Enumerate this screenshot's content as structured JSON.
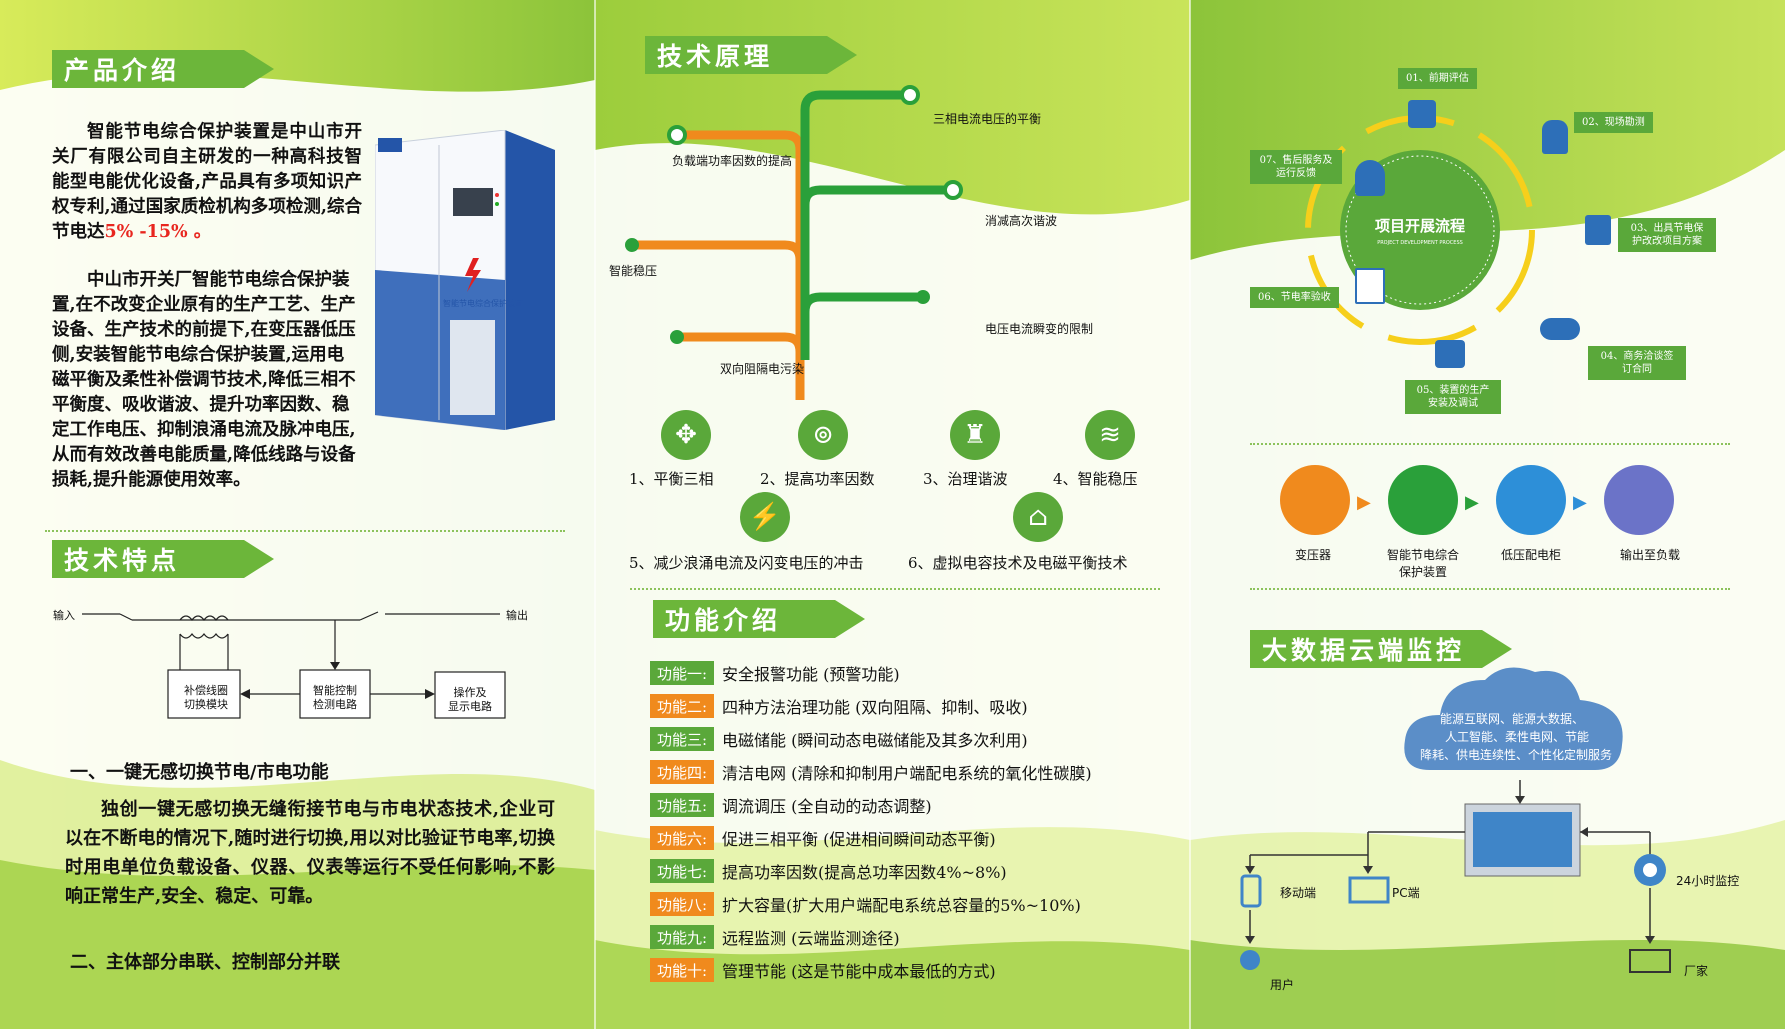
{
  "panel1": {
    "product_title": "产品介绍",
    "product_para1_a": "智能节电综合保护装置是中山市开关厂有限公司自主研发的一种高科技智能型电能优化设备,产品具有多项知识产权专利,通过国家质检机构多项检测,综合节电达",
    "product_highlight": "5% -15% 。",
    "product_para2": "中山市开关厂智能节电综合保护装置,在不改变企业原有的生产工艺、生产设备、生产技术的前提下,在变压器低压侧,安装智能节电综合保护装置,运用电磁平衡及柔性补偿调节技术,降低三相不平衡度、吸收谐波、提升功率因数、稳定工作电压、抑制浪涌电流及脉冲电压,从而有效改善电能质量,降低线路与设备损耗,提升能源使用效率。",
    "cabinet_label": "智能节电综合保护装置",
    "tech_title": "技术特点",
    "diagram": {
      "input": "输入",
      "output": "输出",
      "box1_l1": "补偿线圈",
      "box1_l2": "切换模块",
      "box2_l1": "智能控制",
      "box2_l2": "检测电路",
      "box3_l1": "操作及",
      "box3_l2": "显示电路"
    },
    "section1_title": "一、一键无感切换节电/市电功能",
    "section1_body": "独创一键无感切换无缝衔接节电与市电状态技术,企业可以在不断电的情况下,随时进行切换,用以对比验证节电率,切换时用电单位负载设备、仪器、仪表等运行不受任何影响,不影响正常生产,安全、稳定、可靠。",
    "section2_title": "二、主体部分串联、控制部分并联"
  },
  "panel2": {
    "principle_title": "技术原理",
    "tree": {
      "b1": "三相电流电压的平衡",
      "b2": "负载端功率因数的提高",
      "b3": "消减高次谐波",
      "b4": "智能稳压",
      "b5": "电压电流瞬变的限制",
      "b6": "双向阻隔电污染"
    },
    "icons": [
      {
        "label": "1、平衡三相",
        "icon": "pinwheel-icon"
      },
      {
        "label": "2、提高功率因数",
        "icon": "signal-icon"
      },
      {
        "label": "3、治理谐波",
        "icon": "castle-icon"
      },
      {
        "label": "4、智能稳压",
        "icon": "layers-icon"
      },
      {
        "label": "5、减少浪涌电流及闪变电压的冲击",
        "icon": "lightning-icon"
      },
      {
        "label": "6、虚拟电容技术及电磁平衡技术",
        "icon": "home-cycle-icon"
      }
    ],
    "function_title": "功能介绍",
    "functions": [
      {
        "badge": "功能一:",
        "text": "安全报警功能 (预警功能)",
        "color": "green"
      },
      {
        "badge": "功能二:",
        "text": "四种方法治理功能 (双向阻隔、抑制、吸收)",
        "color": "orange"
      },
      {
        "badge": "功能三:",
        "text": "电磁储能 (瞬间动态电磁储能及其多次利用)",
        "color": "green"
      },
      {
        "badge": "功能四:",
        "text": "清洁电网 (清除和抑制用户端配电系统的氧化性碳膜)",
        "color": "orange"
      },
      {
        "badge": "功能五:",
        "text": "调流调压 (全自动的动态调整)",
        "color": "green"
      },
      {
        "badge": "功能六:",
        "text": "促进三相平衡 (促进相间瞬间动态平衡)",
        "color": "orange"
      },
      {
        "badge": "功能七:",
        "text": "提高功率因数(提高总功率因数4%~8%)",
        "color": "green"
      },
      {
        "badge": "功能八:",
        "text": "扩大容量(扩大用户端配电系统总容量的5%~10%)",
        "color": "orange"
      },
      {
        "badge": "功能九:",
        "text": "远程监测 (云端监测途径)",
        "color": "green"
      },
      {
        "badge": "功能十:",
        "text": "管理节能 (这是节能中成本最低的方式)",
        "color": "orange"
      }
    ]
  },
  "panel3": {
    "process_title": "项目开展流程",
    "process_subtitle": "PROJECT DEVELOPMENT PROCESS",
    "steps": [
      "01、前期评估",
      "02、现场勘测",
      "03、出具节电保护改改项目方案",
      "04、商务洽谈签订合同",
      "05、装置的生产安装及调试",
      "06、节电率验收",
      "07、售后服务及运行反馈"
    ],
    "flow": [
      "变压器",
      "智能节电综合保护装置",
      "低压配电柜",
      "输出至负载"
    ],
    "cloud_title": "大数据云端监控",
    "cloud_l1": "能源互联网、能源大数据、",
    "cloud_l2": "人工智能、柔性电网、节能",
    "cloud_l3": "降耗、供电连续性、个性化定制服务",
    "mobile": "移动端",
    "pc": "PC端",
    "user": "用户",
    "monitor": "24小时监控",
    "factory": "厂家"
  }
}
